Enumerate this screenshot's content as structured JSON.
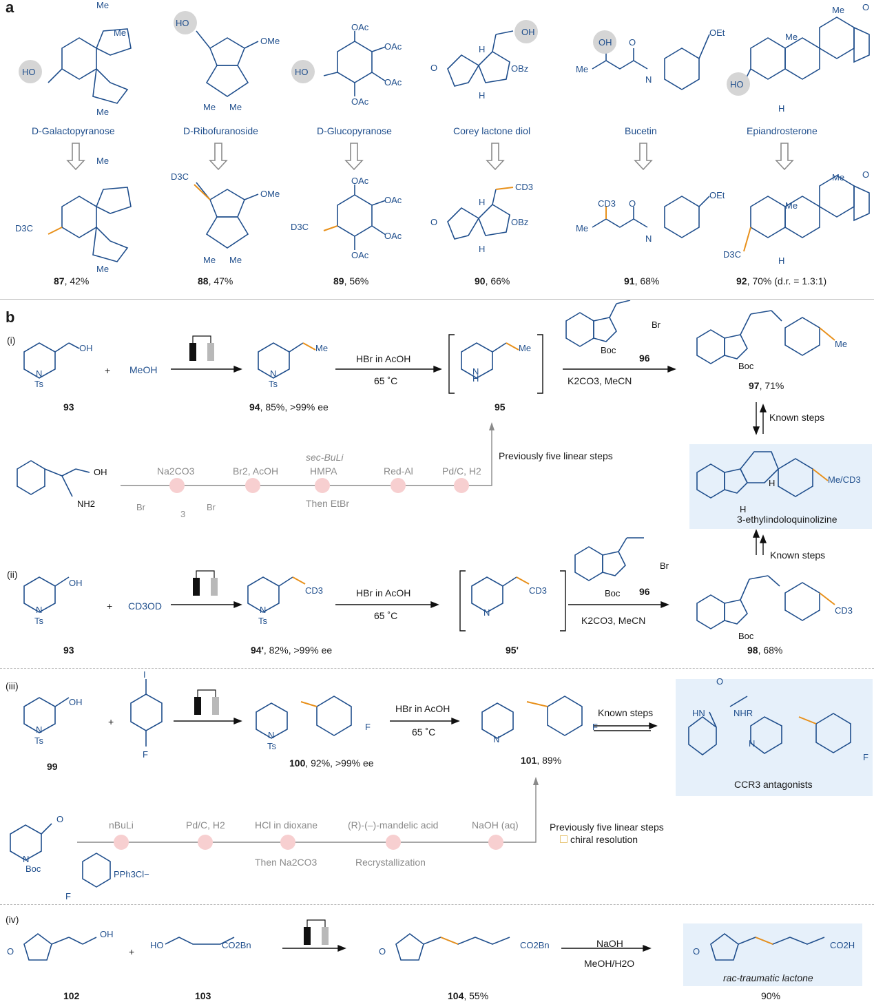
{
  "panels": {
    "a": "a",
    "b": "b"
  },
  "panel_a": {
    "substrates": [
      "D-Galactopyranose",
      "D-Ribofuranoside",
      "D-Glucopyranose",
      "Corey lactone diol",
      "Bucetin",
      "Epiandrosterone"
    ],
    "products": [
      {
        "num": "87",
        "yield": ", 42%"
      },
      {
        "num": "88",
        "yield": ", 47%"
      },
      {
        "num": "89",
        "yield": ", 56%"
      },
      {
        "num": "90",
        "yield": ", 66%"
      },
      {
        "num": "91",
        "yield": ", 68%"
      },
      {
        "num": "92",
        "yield": ", 70% (d.r. = 1.3:1)"
      }
    ],
    "groups": {
      "me": "Me",
      "ome": "OMe",
      "oac": "OAc",
      "obz": "OBz",
      "oet": "OEt",
      "ho": "HO",
      "oh": "OH",
      "h": "H",
      "d3c": "D3C",
      "cd3": "CD3",
      "o": "O",
      "n": "N"
    }
  },
  "route_i": {
    "tag": "(i)",
    "meoh": "MeOH",
    "cond1a": "HBr in AcOH",
    "cond1b": "65 ˚C",
    "cond2": "K2CO3, MeCN",
    "c93": "93",
    "c94": "94",
    "c94_detail": ", 85%, >99% ee",
    "c95": "95",
    "c96": "96",
    "c97": "97",
    "c97_detail": ", 71%",
    "known": "Known steps",
    "prev": "Previously five linear steps",
    "old_steps": [
      "Na2CO3",
      "Br2, AcOH",
      "sec-BuLi",
      "HMPA",
      "Then EtBr",
      "Red-Al",
      "Pd/C, H2"
    ],
    "target": "3-ethylindoloquinolizine",
    "target_sub": "Me/CD3",
    "ts": "Ts",
    "boc": "Boc",
    "br": "Br",
    "nh2": "NH2",
    "sub3": "3"
  },
  "route_ii": {
    "tag": "(ii)",
    "reagent": "CD3OD",
    "cond1a": "HBr in AcOH",
    "cond1b": "65 ˚C",
    "cond2": "K2CO3, MeCN",
    "c93": "93",
    "c94": "94'",
    "c94_detail": ", 82%, >99% ee",
    "c95": "95'",
    "c96": "96",
    "c98": "98",
    "c98_detail": ", 68%",
    "known": "Known steps"
  },
  "route_iii": {
    "tag": "(iii)",
    "cond1a": "HBr in AcOH",
    "cond1b": "65 ˚C",
    "known": "Known steps",
    "c99": "99",
    "c100": "100",
    "c100_detail": ", 92%, >99% ee",
    "c101": "101",
    "c101_detail": ", 89%",
    "target": "CCR3 antagonists",
    "nhr": "NHR",
    "hn": "HN",
    "f": "F",
    "i": "I",
    "old_steps": [
      "nBuLi",
      "Pd/C, H2",
      "HCl in dioxane",
      "Then Na2CO3",
      "(R)-(–)-mandelic acid",
      "Recrystallization",
      "NaOH (aq)"
    ],
    "prev1": "Previously five linear steps",
    "prev2": "chiral resolution",
    "pph3cl": "PPh3Cl−"
  },
  "route_iv": {
    "tag": "(iv)",
    "c102": "102",
    "c103": "103",
    "c104": "104",
    "c104_detail": ", 55%",
    "cond_a": "NaOH",
    "cond_b": "MeOH/H2O",
    "target": "rac-traumatic lactone",
    "yield": "90%",
    "co2bn": "CO2Bn",
    "co2h": "CO2H"
  },
  "colors": {
    "blue": "#1f4e8c",
    "orange": "#e8901a",
    "highlight": "#e6f0fa",
    "dot": "#f7cfd0",
    "gray": "#8a8a8a"
  }
}
